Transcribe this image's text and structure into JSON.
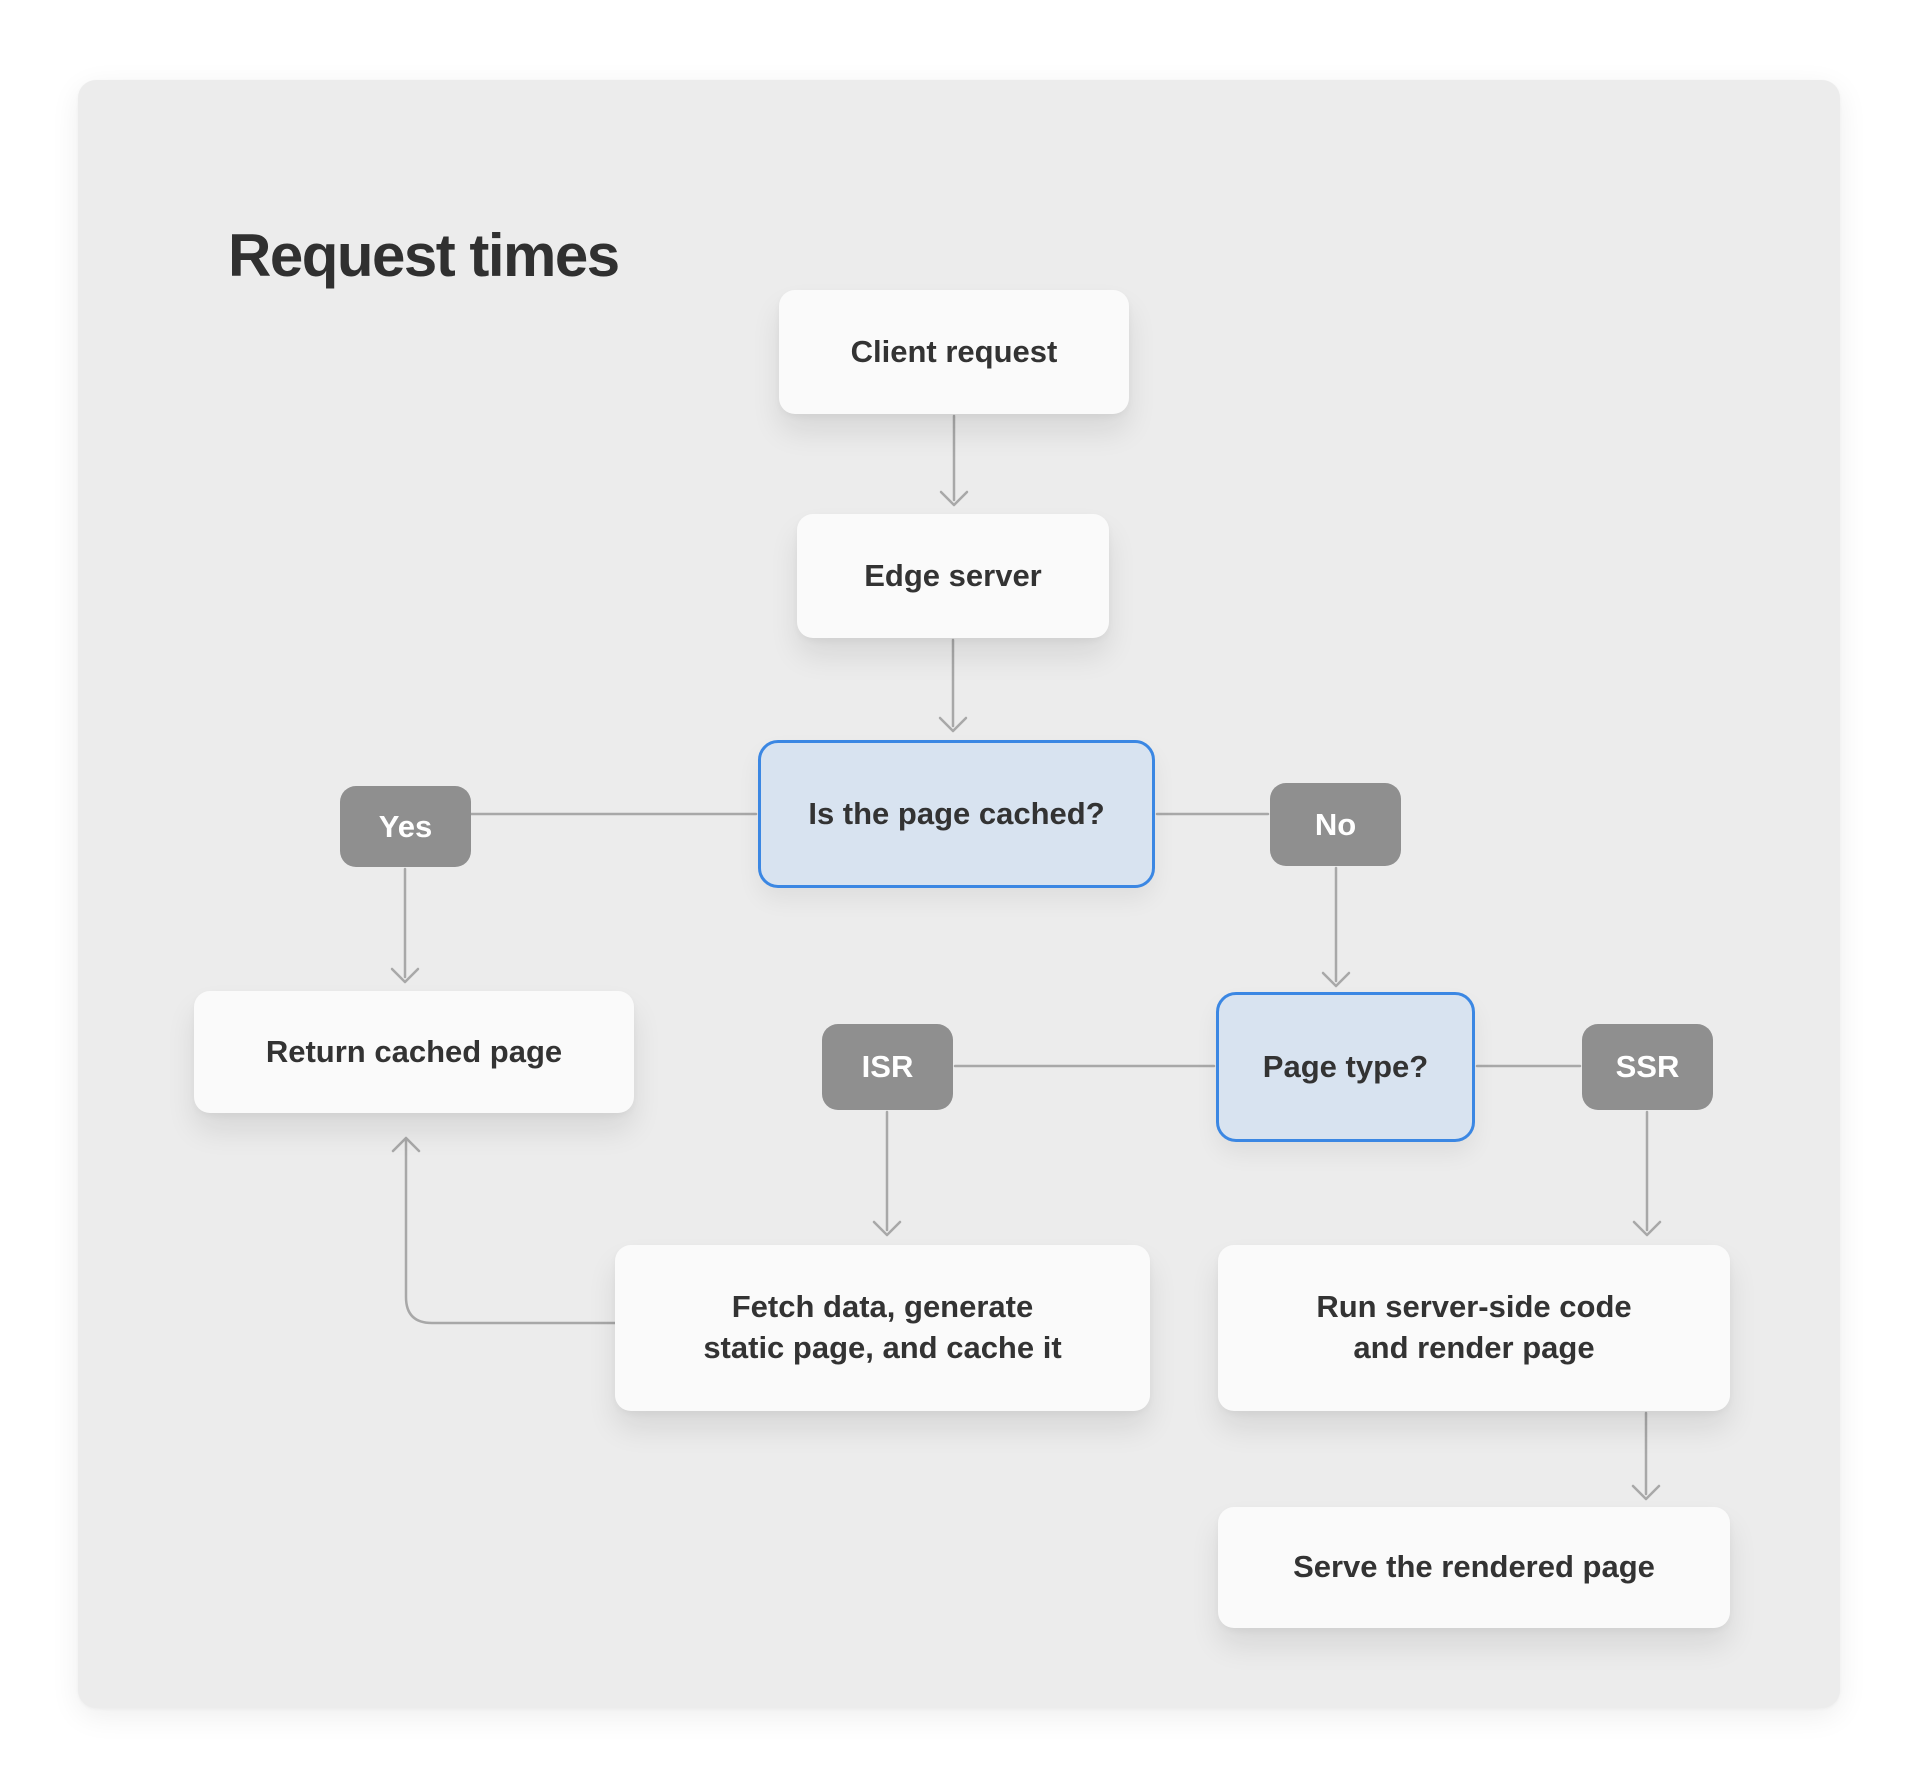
{
  "title": "Request times",
  "colors": {
    "card_bg": "#ececec",
    "node_bg": "#fafafa",
    "node_text": "#333333",
    "decision_bg": "#d8e3f0",
    "decision_border": "#3b87e3",
    "tag_bg": "#8f8f8f",
    "tag_text": "#ffffff",
    "arrow_color": "#a8a8a8",
    "title_color": "#303030"
  },
  "nodes": {
    "client_request": "Client request",
    "edge_server": "Edge server",
    "cached_question": "Is the page cached?",
    "yes": "Yes",
    "no": "No",
    "return_cached": "Return cached page",
    "page_type": "Page type?",
    "isr": "ISR",
    "ssr": "SSR",
    "fetch_generate": "Fetch data, generate\nstatic page, and cache it",
    "run_server": "Run server-side code\nand render page",
    "serve_rendered": "Serve the rendered page"
  }
}
